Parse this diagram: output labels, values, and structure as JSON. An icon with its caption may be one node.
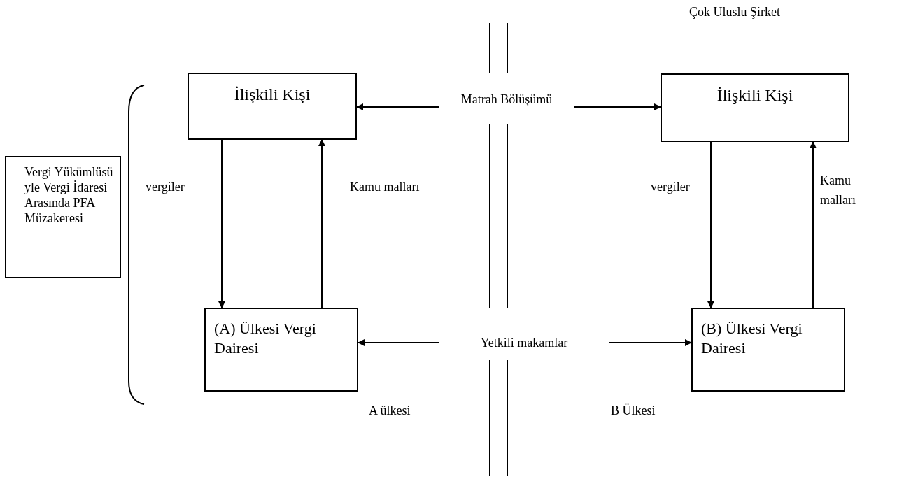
{
  "diagram": {
    "nodes": [
      {
        "text": [
          "Vergi Yükümlüsü yle Vergi İdaresi Arasında PFA Müzakeresi"
        ]
      },
      {
        "text": [
          "İlişkili Kişi"
        ]
      },
      {
        "text": [
          "Matrah Bölüşümü"
        ]
      },
      {
        "text": [
          "İlişkili Kişi"
        ]
      },
      {
        "text": [
          "(A) Ülkesi Vergi Dairesi"
        ]
      },
      {
        "text": [
          "Yetkili makamlar"
        ]
      },
      {
        "text": [
          "(B) Ülkesi Vergi Dairesi"
        ]
      }
    ],
    "edges": [
      {
        "from": 2,
        "to": 1,
        "arrow": "to"
      },
      {
        "from": 2,
        "to": 3,
        "arrow": "to"
      },
      {
        "from": 1,
        "to": 4,
        "arrow": "to",
        "label": "vergiler"
      },
      {
        "from": 4,
        "to": 1,
        "arrow": "to",
        "label": "Kamu malları"
      },
      {
        "from": 3,
        "to": 6,
        "arrow": "to",
        "label": "vergiler"
      },
      {
        "from": 6,
        "to": 3,
        "arrow": "to",
        "label": "Kamu malları"
      },
      {
        "from": 5,
        "to": 4,
        "arrow": "to"
      },
      {
        "from": 5,
        "to": 6,
        "arrow": "to"
      }
    ],
    "labels": [
      "Çok Uluslu Şirket",
      "A ülkesi",
      "B Ülkesi"
    ]
  }
}
